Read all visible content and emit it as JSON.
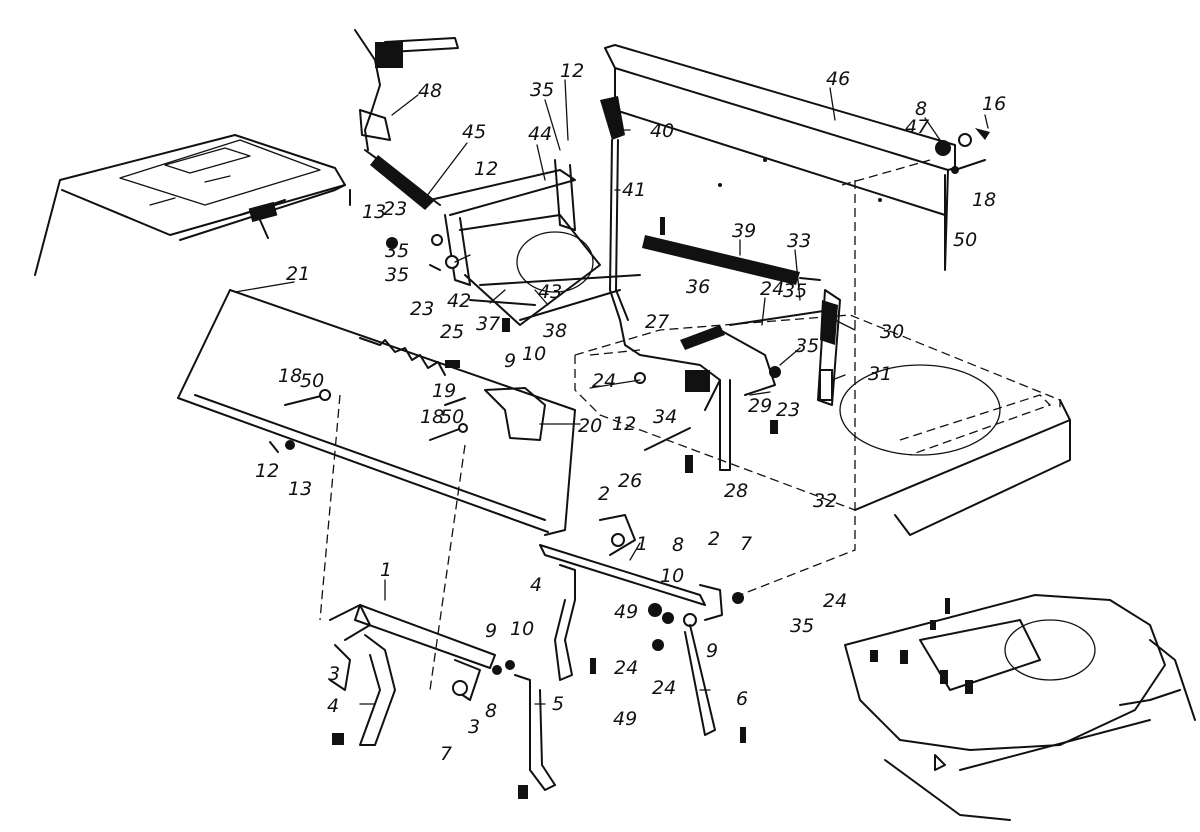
{
  "callouts": [
    "48",
    "45",
    "12",
    "35",
    "44",
    "12",
    "40",
    "46",
    "8",
    "16",
    "47",
    "18",
    "50",
    "41",
    "13",
    "23",
    "35",
    "35",
    "23",
    "42",
    "37",
    "43",
    "38",
    "39",
    "33",
    "24",
    "35",
    "36",
    "21",
    "25",
    "27",
    "30",
    "35",
    "9",
    "10",
    "24",
    "31",
    "18",
    "50",
    "19",
    "12",
    "20",
    "34",
    "29",
    "23",
    "18",
    "50",
    "12",
    "13",
    "26",
    "28",
    "32",
    "2",
    "1",
    "2",
    "7",
    "8",
    "10",
    "4",
    "49",
    "9",
    "24",
    "49",
    "24",
    "6",
    "1",
    "9",
    "10",
    "3",
    "8",
    "4",
    "7",
    "3",
    "5",
    "35",
    "24"
  ]
}
